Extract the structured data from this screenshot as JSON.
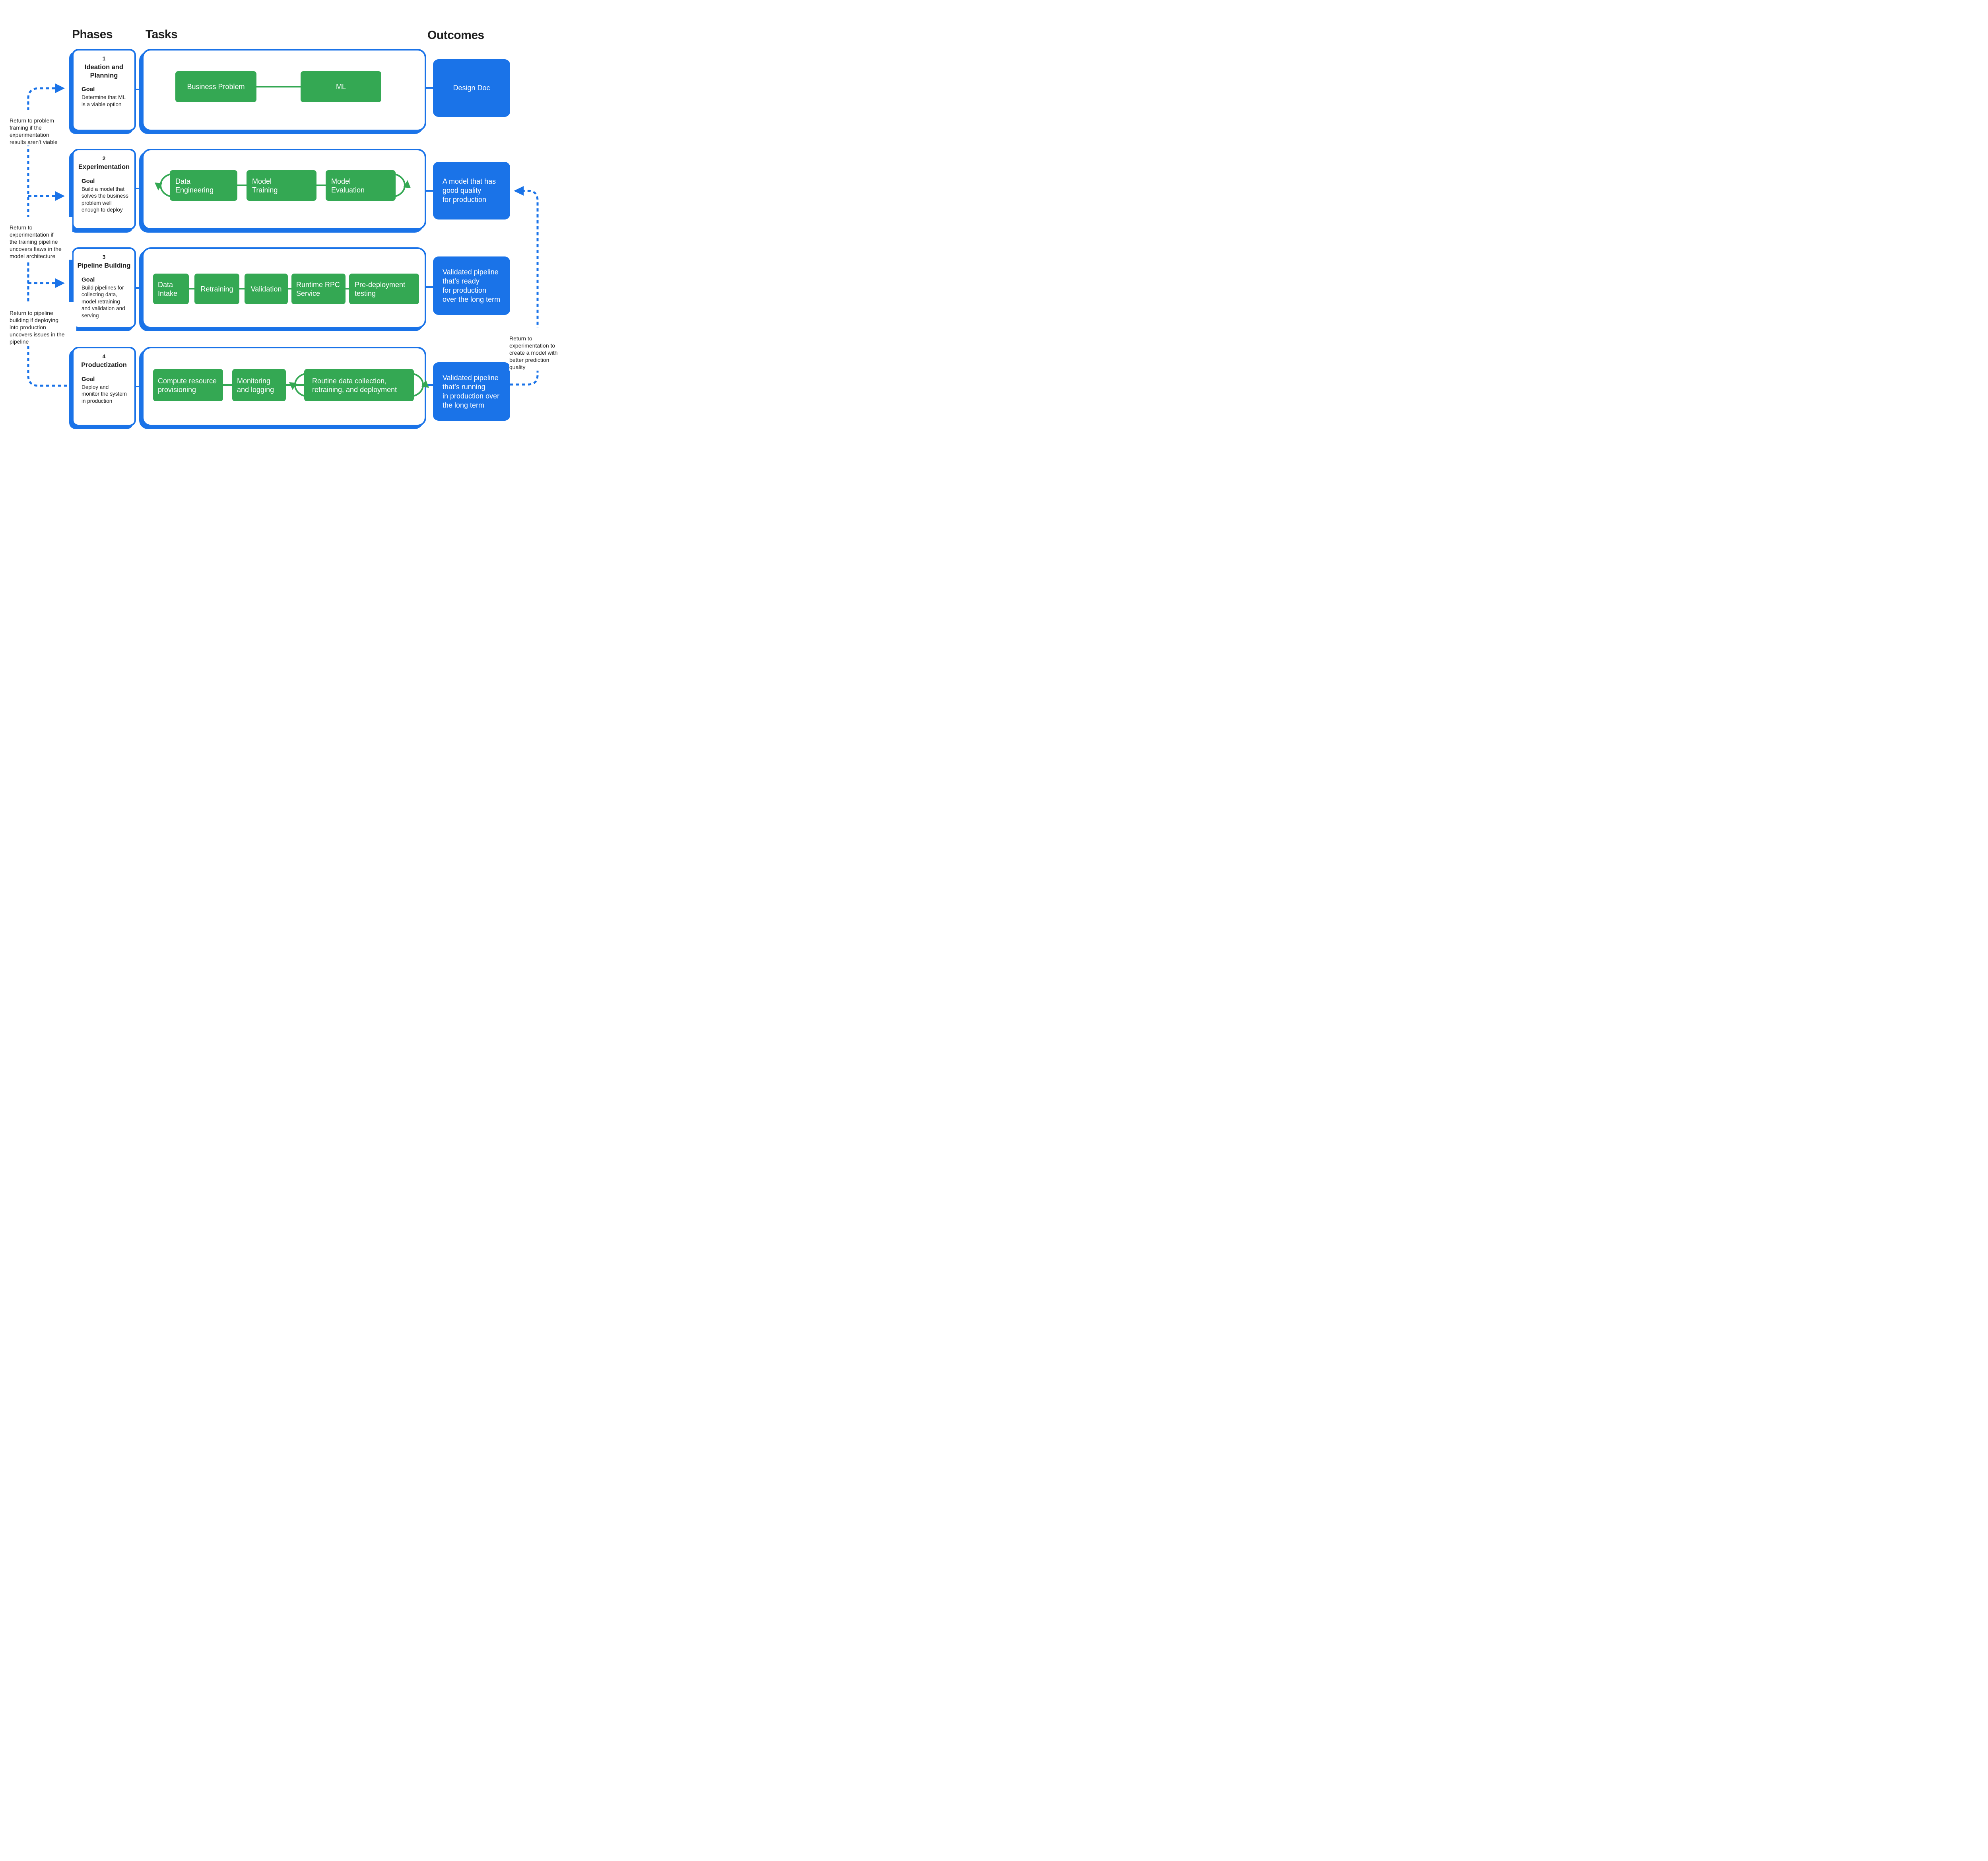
{
  "headers": {
    "phases": "Phases",
    "tasks": "Tasks",
    "outcomes": "Outcomes"
  },
  "phases": [
    {
      "number": "1",
      "title": "Ideation and\nPlanning",
      "goal_label": "Goal",
      "goal": "Determine that ML\nis a viable option"
    },
    {
      "number": "2",
      "title": "Experimentation",
      "goal_label": "Goal",
      "goal": "Build a model that\nsolves the business\nproblem well\nenough to deploy"
    },
    {
      "number": "3",
      "title": "Pipeline Building",
      "goal_label": "Goal",
      "goal": "Build pipelines for\ncollecting data,\nmodel retraining\nand validation and\nserving"
    },
    {
      "number": "4",
      "title": "Productization",
      "goal_label": "Goal",
      "goal": "Deploy and\nmonitor the system\nin production"
    }
  ],
  "rows": [
    {
      "tasks": [
        {
          "label": "Business Problem"
        },
        {
          "label": "ML"
        }
      ]
    },
    {
      "tasks": [
        {
          "label": "Data\nEngineering"
        },
        {
          "label": "Model\nTraining"
        },
        {
          "label": "Model\nEvaluation"
        }
      ]
    },
    {
      "tasks": [
        {
          "label": "Data\nIntake"
        },
        {
          "label": "Retraining"
        },
        {
          "label": "Validation"
        },
        {
          "label": "Runtime RPC\nService"
        },
        {
          "label": "Pre-deployment\ntesting"
        }
      ]
    },
    {
      "tasks": [
        {
          "label": "Compute resource\nprovisioning"
        },
        {
          "label": "Monitoring\nand logging"
        },
        {
          "label": "Routine data collection,\nretraining, and deployment"
        }
      ]
    }
  ],
  "outcomes": [
    {
      "label": "Design Doc"
    },
    {
      "label": "A model that has\ngood quality\nfor production"
    },
    {
      "label": "Validated pipeline\nthat’s ready\nfor production\nover the long term"
    },
    {
      "label": "Validated pipeline\nthat’s running\nin production over\nthe long term"
    }
  ],
  "annotations": {
    "left": [
      {
        "text": "Return to problem\nframing if the\nexperimentation\nresults aren’t viable"
      },
      {
        "text": "Return to\nexperimentation if\nthe training pipeline\nuncovers flaws in the\nmodel architecture"
      },
      {
        "text": "Return to pipeline\nbuilding if deploying\ninto production\nuncovers issues in the\npipeline"
      }
    ],
    "right": [
      {
        "text": "Return to\nexperimentation to\ncreate a model with\nbetter prediction\nquality"
      }
    ]
  },
  "icons": {
    "feedback_arrows": "dotted-arrow-icon",
    "iteration_loops": "loop-arrow-icon"
  },
  "colors": {
    "blue": "#1A73E8",
    "green": "#34A853",
    "text": "#1F1F1F"
  }
}
